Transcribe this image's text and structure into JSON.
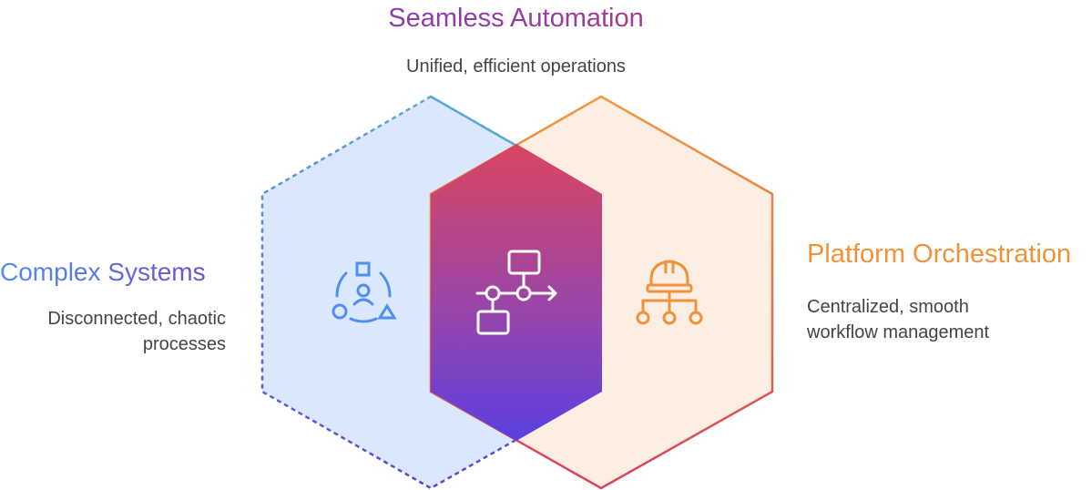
{
  "top": {
    "title": "Seamless Automation",
    "subtitle": "Unified, efficient operations",
    "icon": "workflow-icon"
  },
  "left": {
    "title": "Complex Systems",
    "subtitle": "Disconnected, chaotic processes",
    "icon": "people-shapes-icon"
  },
  "right": {
    "title": "Platform Orchestration",
    "subtitle": "Centralized, smooth workflow management",
    "icon": "hardhat-hierarchy-icon"
  },
  "colors": {
    "blue": "#4f8ff0",
    "orange": "#f0923a",
    "red": "#d9425a",
    "purple": "#6a3fd6"
  }
}
